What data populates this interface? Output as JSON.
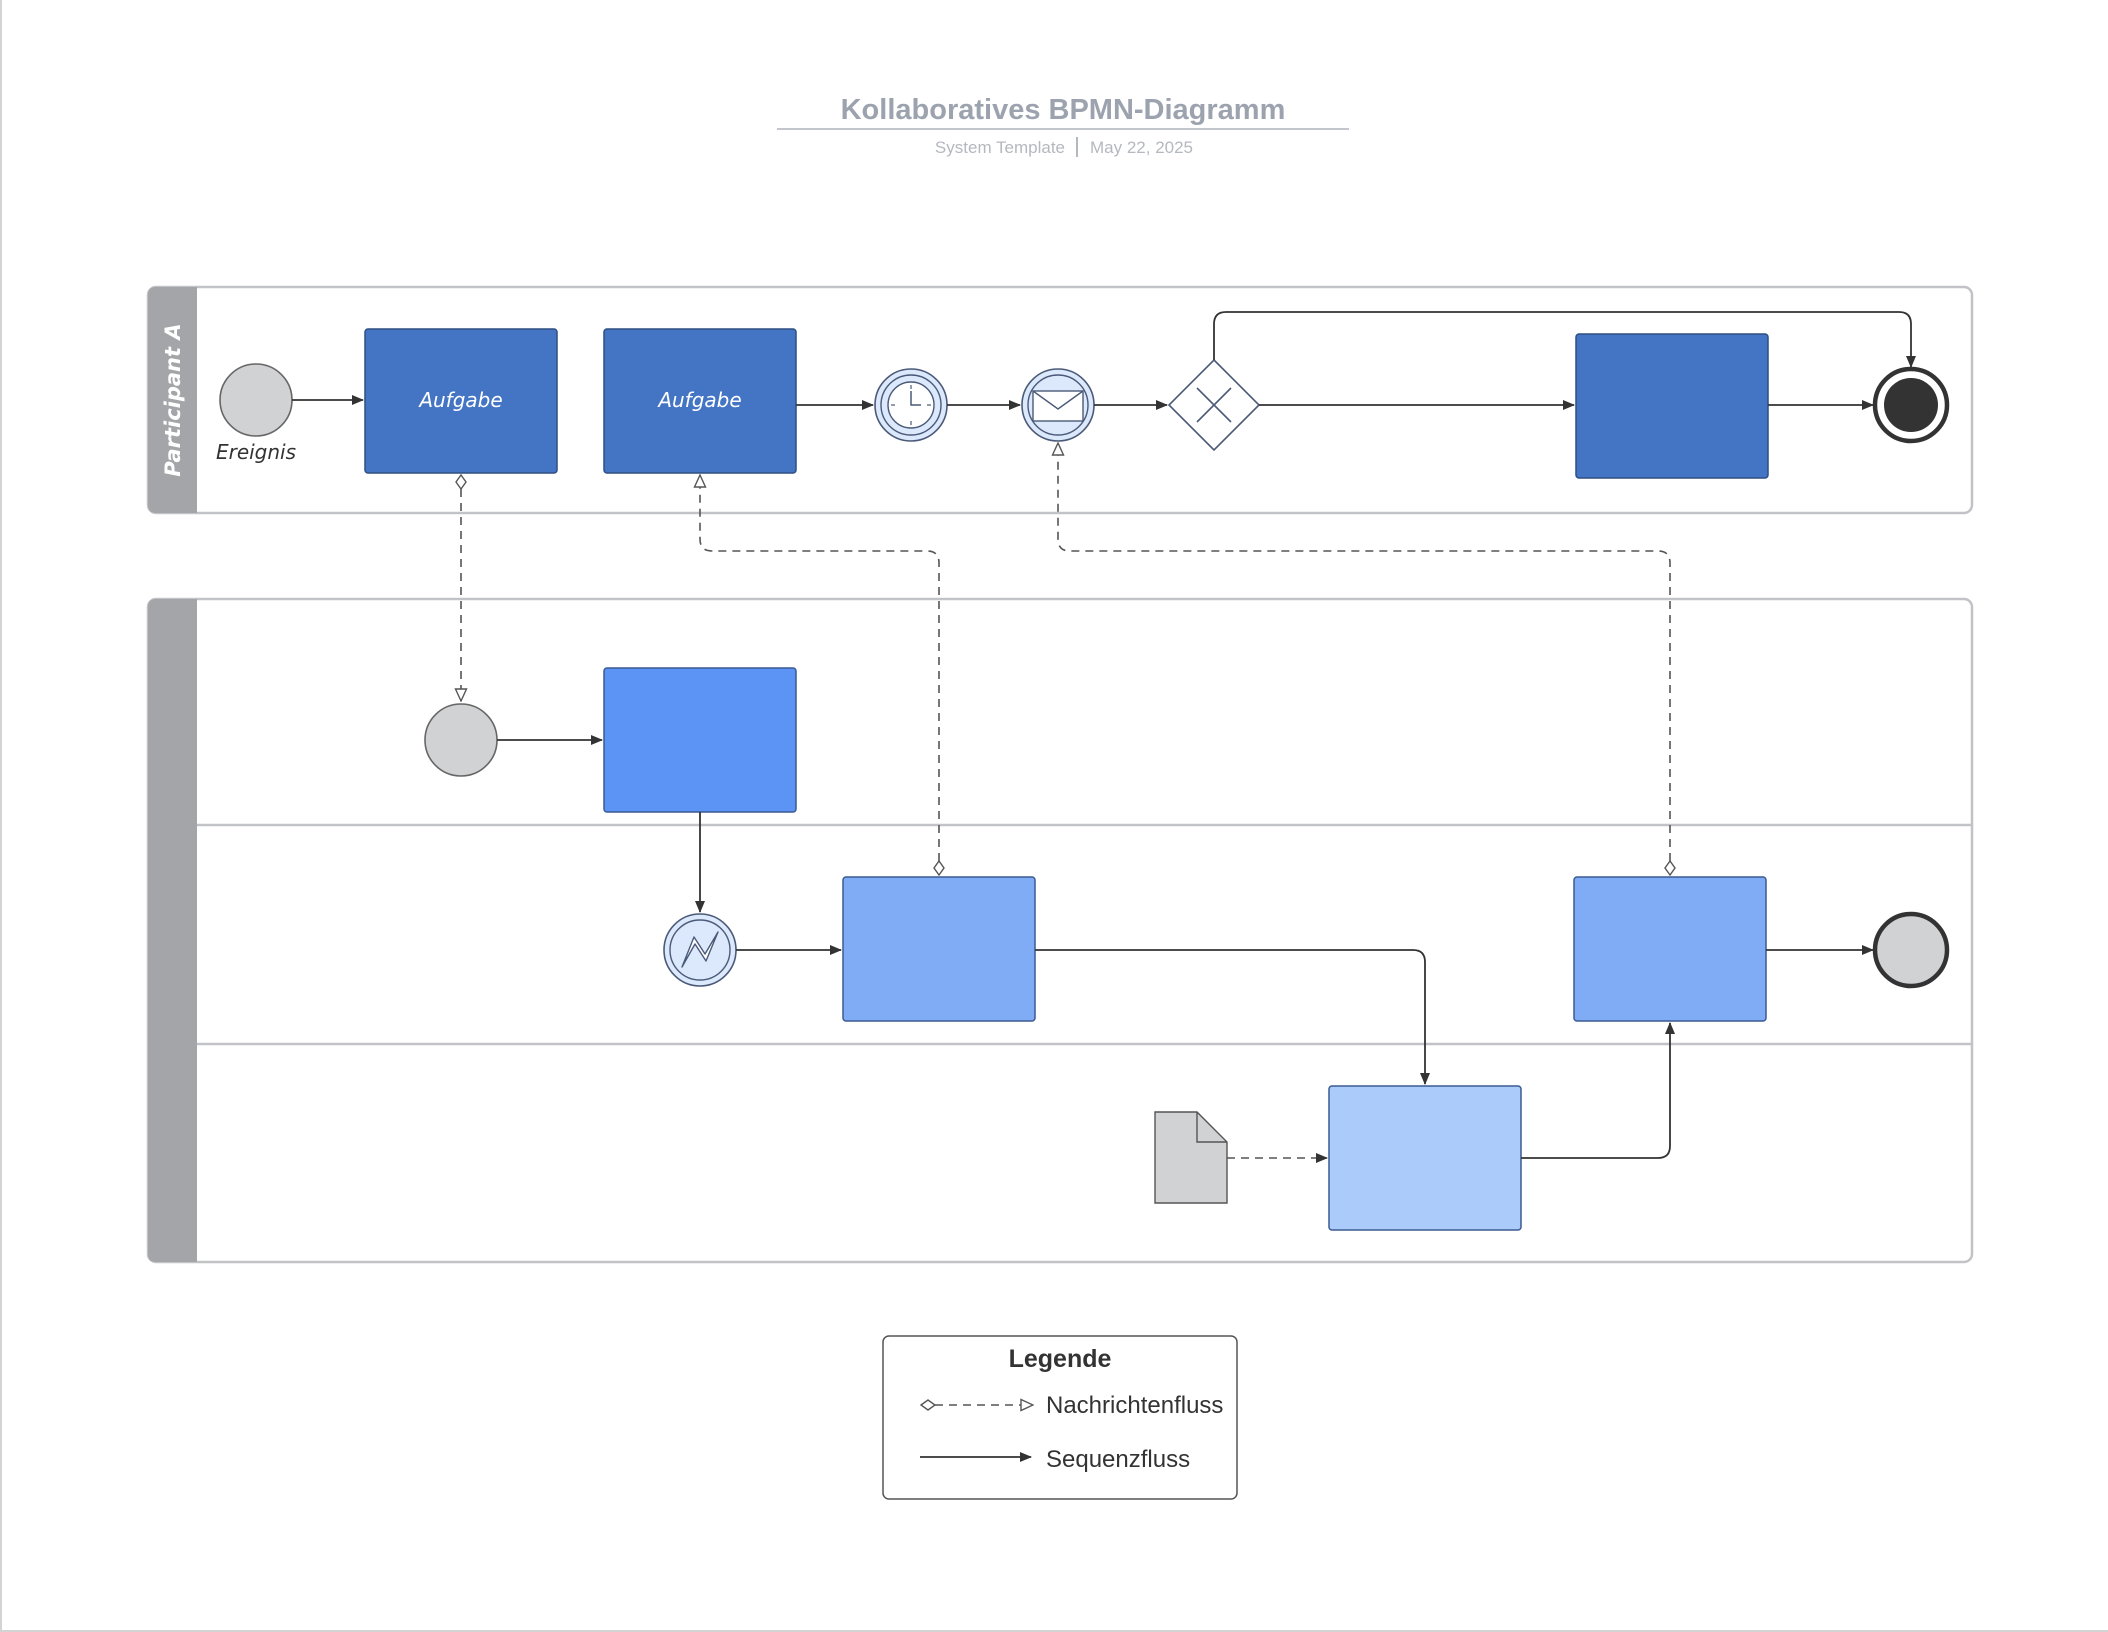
{
  "header": {
    "title": "Kollaboratives BPMN-Diagramm",
    "template": "System Template",
    "date": "May 22, 2025"
  },
  "pools": {
    "participant_a": {
      "label": "Participant A",
      "start_event_label": "Ereignis",
      "task1_label": "Aufgabe",
      "task2_label": "Aufgabe",
      "task3_label": ""
    },
    "participant_b": {
      "label": "",
      "lanes": [
        "",
        "",
        ""
      ]
    }
  },
  "legend": {
    "title": "Legende",
    "message_flow": "Nachrichtenfluss",
    "sequence_flow": "Sequenzfluss"
  },
  "colors": {
    "task_dark": "#4475c4",
    "task_mid": "#5b94f5",
    "task_light": "#80acf5",
    "task_pale": "#abcbfa",
    "event_gray": "#d1d2d4",
    "pool_header": "#a4a5a8"
  }
}
